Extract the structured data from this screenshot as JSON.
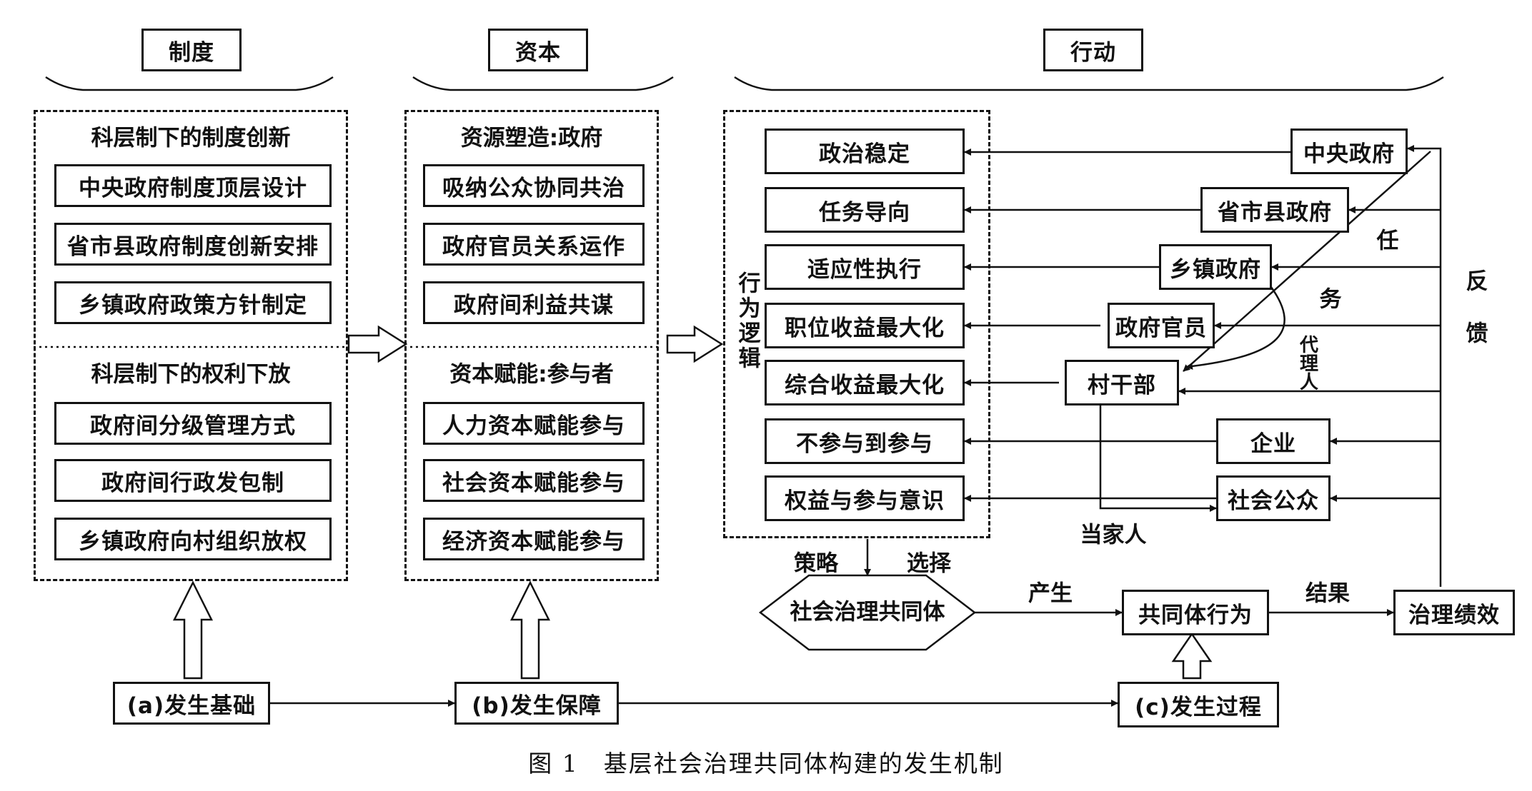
{
  "headers": {
    "institution": "制度",
    "capital": "资本",
    "action": "行动"
  },
  "institution": {
    "top_title": "科层制下的制度创新",
    "top_items": [
      "中央政府制度顶层设计",
      "省市县政府制度创新安排",
      "乡镇政府政策方针制定"
    ],
    "bottom_title": "科层制下的权利下放",
    "bottom_items": [
      "政府间分级管理方式",
      "政府间行政发包制",
      "乡镇政府向村组织放权"
    ]
  },
  "capital": {
    "top_title": "资源塑造:政府",
    "top_items": [
      "吸纳公众协同共治",
      "政府官员关系运作",
      "政府间利益共谋"
    ],
    "bottom_title": "资本赋能:参与者",
    "bottom_items": [
      "人力资本赋能参与",
      "社会资本赋能参与",
      "经济资本赋能参与"
    ]
  },
  "action": {
    "logic_label": "行为逻辑",
    "logics": [
      "政治稳定",
      "任务导向",
      "适应性执行",
      "职位收益最大化",
      "综合收益最大化",
      "不参与到参与",
      "权益与参与意识"
    ],
    "actors": [
      "中央政府",
      "省市县政府",
      "乡镇政府",
      "政府官员",
      "村干部",
      "企业",
      "社会公众"
    ],
    "edge_labels": {
      "task1": "任",
      "task2": "务",
      "agent": "代理人",
      "master": "当家人",
      "feedback": "反馈"
    }
  },
  "flow": {
    "strategy": "策略",
    "choice": "选择",
    "community": "社会治理共同体",
    "produce": "产生",
    "behavior": "共同体行为",
    "result": "结果",
    "performance": "治理绩效"
  },
  "bases": {
    "a": "(a)发生基础",
    "b": "(b)发生保障",
    "c": "(c)发生过程"
  },
  "caption": "图 1　基层社会治理共同体构建的发生机制"
}
